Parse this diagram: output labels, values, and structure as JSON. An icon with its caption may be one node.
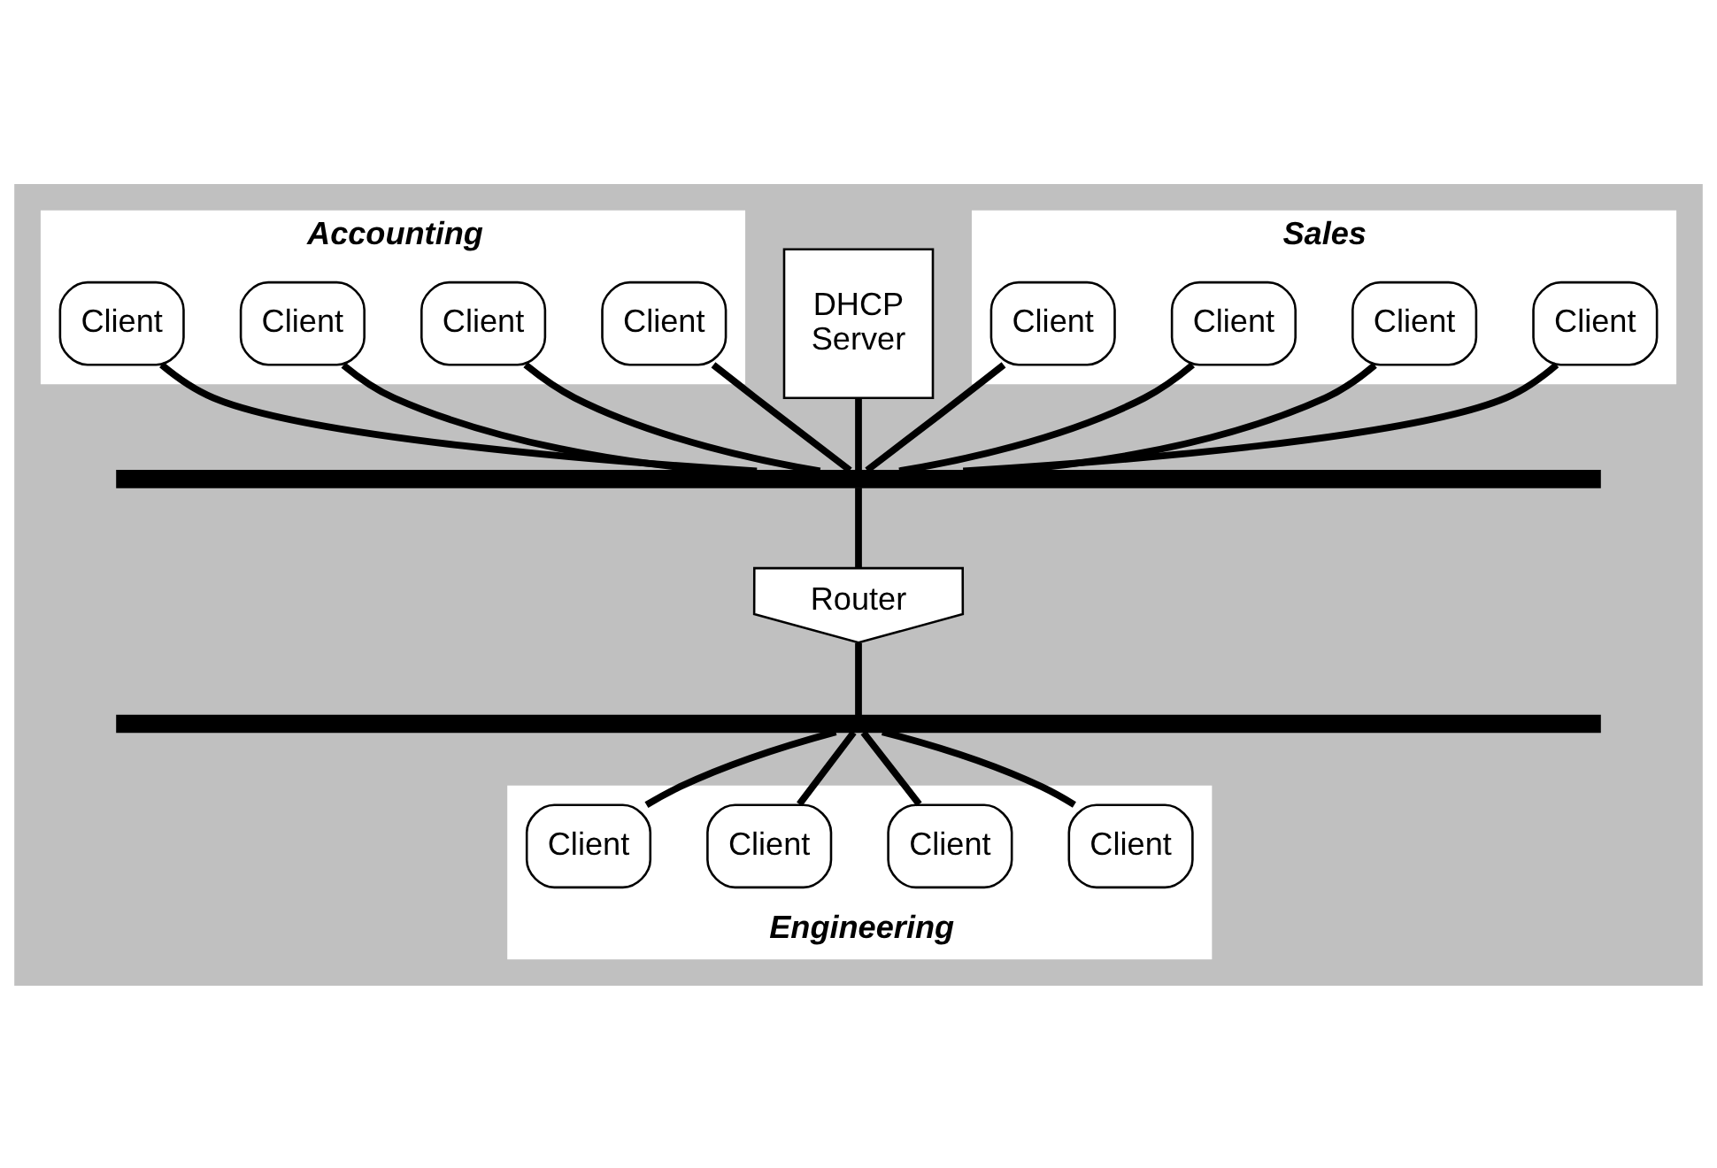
{
  "diagram": {
    "nodes": [
      {
        "text": [
          "Accounting"
        ]
      },
      {
        "text": [
          "Client"
        ],
        "in": 0
      },
      {
        "text": [
          "Client"
        ],
        "in": 0
      },
      {
        "text": [
          "Client"
        ],
        "in": 0
      },
      {
        "text": [
          "Client"
        ],
        "in": 0
      },
      {
        "text": [
          "DHCP Server"
        ]
      },
      {
        "text": [
          "Sales"
        ]
      },
      {
        "text": [
          "Client"
        ],
        "in": 6
      },
      {
        "text": [
          "Client"
        ],
        "in": 6
      },
      {
        "text": [
          "Client"
        ],
        "in": 6
      },
      {
        "text": [
          "Client"
        ],
        "in": 6
      },
      {
        "text": [
          "Router"
        ]
      },
      {
        "text": [
          "Engineering"
        ]
      },
      {
        "text": [
          "Client"
        ],
        "in": 12
      },
      {
        "text": [
          "Client"
        ],
        "in": 12
      },
      {
        "text": [
          "Client"
        ],
        "in": 12
      },
      {
        "text": [
          "Client"
        ],
        "in": 12
      },
      {
        "text": [],
        "shape": "bar"
      },
      {
        "text": [],
        "shape": "bar"
      }
    ],
    "edges": [
      {
        "from": 1,
        "to": 17,
        "arrow": "none"
      },
      {
        "from": 2,
        "to": 17,
        "arrow": "none"
      },
      {
        "from": 17,
        "to": 3,
        "arrow": "none"
      },
      {
        "from": 17,
        "to": 4,
        "arrow": "none"
      },
      {
        "from": 5,
        "to": 17,
        "arrow": "none"
      },
      {
        "from": 7,
        "to": 17,
        "arrow": "none"
      },
      {
        "from": 8,
        "to": 17,
        "arrow": "none"
      },
      {
        "from": 17,
        "to": 9,
        "arrow": "none"
      },
      {
        "from": 17,
        "to": 10,
        "arrow": "none"
      },
      {
        "from": 17,
        "to": 11,
        "arrow": "none"
      },
      {
        "from": 11,
        "to": 18,
        "arrow": "none"
      },
      {
        "from": 18,
        "to": 13,
        "arrow": "none"
      },
      {
        "from": 18,
        "to": 14,
        "arrow": "none"
      },
      {
        "from": 18,
        "to": 15,
        "arrow": "none"
      },
      {
        "from": 18,
        "to": 16,
        "arrow": "none"
      }
    ]
  }
}
